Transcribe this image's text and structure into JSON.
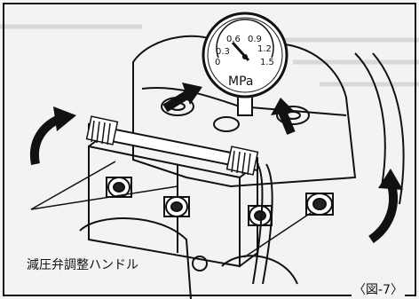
{
  "gauge": {
    "scale_top": [
      "0.6",
      "0.9"
    ],
    "scale_mid": [
      "0.3",
      "1.2"
    ],
    "scale_low": [
      "0",
      "1.5"
    ],
    "unit": "MPa"
  },
  "callout": {
    "label": "減圧弁調整ハンドル"
  },
  "figure": {
    "label": "〈図-7〉"
  }
}
